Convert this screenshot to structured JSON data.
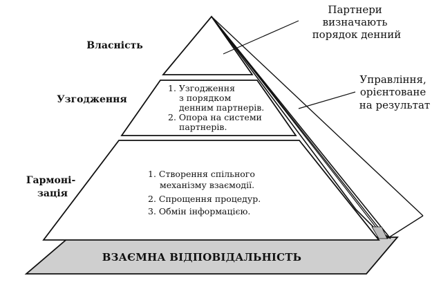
{
  "diagram": {
    "levels": [
      {
        "name": "Власність",
        "items": []
      },
      {
        "name": "Узгодження",
        "items": [
          [
            "1. Узгодження",
            "з порядком",
            "денним партнерів."
          ],
          [
            "2. Опора на системи",
            "партнерів."
          ]
        ]
      },
      {
        "name": [
          "Гармоні-",
          "зація"
        ],
        "items": [
          [
            "1. Створення спільного",
            "механізму взаємодії."
          ],
          [
            "2. Спрощення процедур."
          ],
          [
            "3. Обмін інформацією."
          ]
        ]
      }
    ],
    "base": "ВЗАЄМНА ВІДПОВІДАЛЬНІСТЬ",
    "callouts": [
      [
        "Партнери",
        "визначають",
        "порядок денний"
      ],
      [
        "Управління,",
        "орієнтоване",
        "на результат"
      ]
    ],
    "colors": {
      "stroke": "#111111",
      "base_fill": "#cfcfcf",
      "face_fill": "#ffffff"
    }
  }
}
